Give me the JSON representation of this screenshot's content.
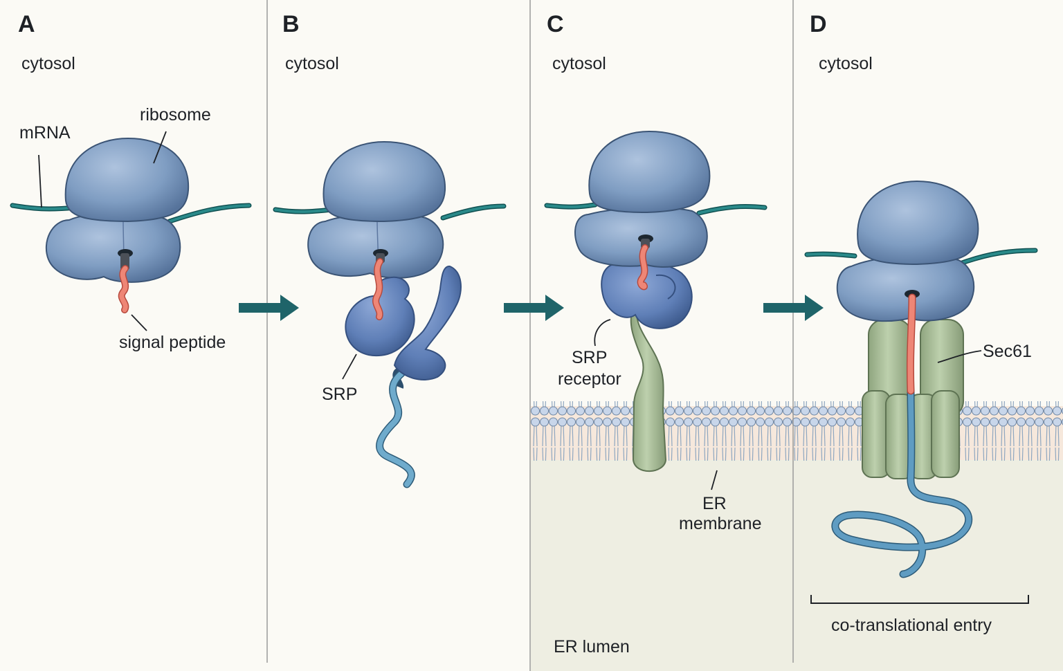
{
  "panels": [
    {
      "letter": "A",
      "region": "cytosol"
    },
    {
      "letter": "B",
      "region": "cytosol"
    },
    {
      "letter": "C",
      "region": "cytosol"
    },
    {
      "letter": "D",
      "region": "cytosol"
    }
  ],
  "labels": {
    "mrna": "mRNA",
    "ribosome": "ribosome",
    "signal_peptide": "signal peptide",
    "srp": "SRP",
    "srp_receptor_line1": "SRP",
    "srp_receptor_line2": "receptor",
    "sec61": "Sec61",
    "er_membrane_line1": "ER",
    "er_membrane_line2": "membrane",
    "er_lumen": "ER lumen",
    "bracket": "co-translational entry"
  },
  "colors": {
    "background": "#fbfaf5",
    "lumen": "#eeeee2",
    "ribosome": "#7f9dc2",
    "srp": "#5f7fb7",
    "mrna": "#1f7a7a",
    "signal_peptide": "#e8796c",
    "nascent_chain": "#5f9cc2",
    "translocon": "#a7bd98",
    "membrane_head": "#c8d6ea",
    "arrow": "#1f6469"
  }
}
